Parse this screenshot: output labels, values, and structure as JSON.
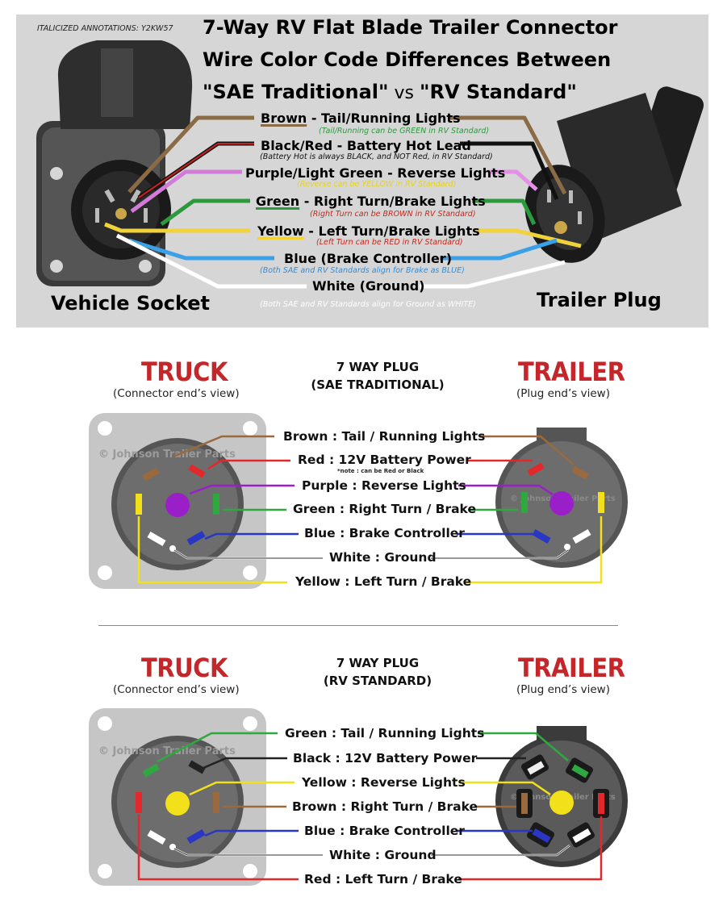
{
  "top": {
    "annotation": "ITALICIZED ANNOTATIONS: Y2KW57",
    "title_line1": "7-Way RV Flat Blade Trailer Connector",
    "title_line2": "Wire Color Code Differences Between",
    "title_q1": "\"",
    "title_sae": "SAE Traditional",
    "title_q2": "\"",
    "title_vs": " vs ",
    "title_q3": "\"",
    "title_rv": "RV Standard",
    "title_q4": "\"",
    "vehicle_socket": "Vehicle Socket",
    "trailer_plug": "Trailer Plug",
    "wires": [
      {
        "color": "Brown",
        "rest": " - Tail/Running Lights",
        "note": "(Tail/Running can be GREEN in RV Standard)"
      },
      {
        "color": "Black/Red",
        "rest": " - Battery Hot Lead",
        "note": "(Battery Hot is always BLACK, and NOT Red, in RV Standard)"
      },
      {
        "color": "Purple/Light Green",
        "rest": " - Reverse Lights",
        "note": "(Reverse can be YELLOW in RV Standard)"
      },
      {
        "color": "Green",
        "rest": " - Right Turn/Brake Lights",
        "note": "(Right Turn can be BROWN in RV Standard)"
      },
      {
        "color": "Yellow",
        "rest": " - Left Turn/Brake Lights",
        "note": "(Left Turn can be RED in RV Standard)"
      },
      {
        "color": "Blue",
        "rest": " (Brake Controller)",
        "note": "(Both SAE and RV Standards align for Brake as BLUE)"
      },
      {
        "color": "White",
        "rest": " (Ground)",
        "note": "(Both SAE and RV Standards align for Ground as WHITE)"
      }
    ]
  },
  "sae": {
    "truck": "TRUCK",
    "truck_sub": "(Connector end’s view)",
    "plug_line1": "7 WAY PLUG",
    "plug_line2": "(SAE TRADITIONAL)",
    "trailer": "TRAILER",
    "trailer_sub": "(Plug end’s view)",
    "watermark": "© Johnson Trailer Parts",
    "red_note": "*note : can be Red or Black",
    "labels": [
      "Brown : Tail / Running Lights",
      "Red : 12V Battery Power",
      "Purple : Reverse Lights",
      "Green : Right Turn / Brake",
      "Blue : Brake Controller",
      "White : Ground",
      "Yellow : Left Turn / Brake"
    ]
  },
  "rv": {
    "truck": "TRUCK",
    "truck_sub": "(Connector end’s view)",
    "plug_line1": "7 WAY PLUG",
    "plug_line2": "(RV STANDARD)",
    "trailer": "TRAILER",
    "trailer_sub": "(Plug end’s view)",
    "watermark": "© Johnson Trailer Parts",
    "labels": [
      "Green : Tail / Running Lights",
      "Black : 12V Battery Power",
      "Yellow : Reverse Lights",
      "Brown : Right Turn / Brake",
      "Blue : Brake Controller",
      "White : Ground",
      "Red : Left Turn / Brake"
    ]
  },
  "colors": {
    "brown": "#9a6a3e",
    "red": "#e3282c",
    "purple": "#9a1fc9",
    "green": "#2fa83f",
    "blue": "#2a36c4",
    "yellow": "#f2e01a",
    "black": "#222222",
    "white": "#ffffff",
    "accent_red": "#c4262a"
  }
}
